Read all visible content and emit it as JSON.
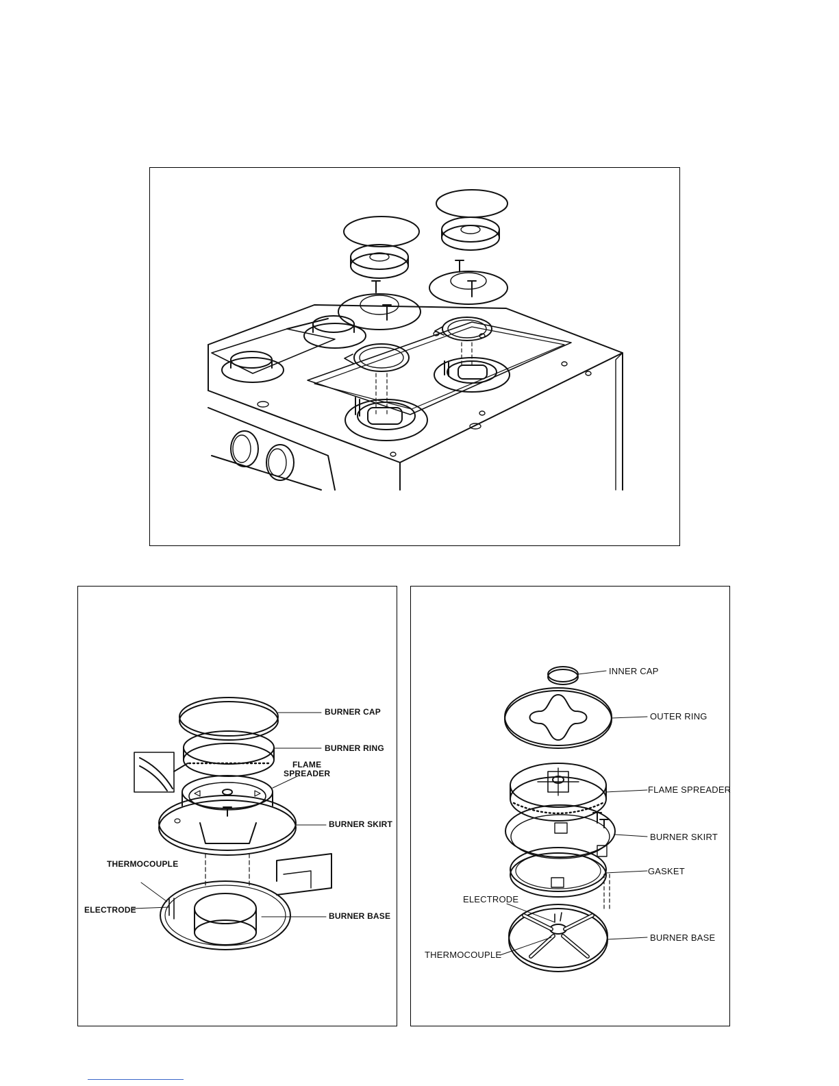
{
  "left_diagram": {
    "labels": {
      "burner_cap": "BURNER CAP",
      "burner_ring": "BURNER RING",
      "flame_spreader": "FLAME\nSPREADER",
      "burner_skirt": "BURNER SKIRT",
      "thermocouple": "THERMOCOUPLE",
      "electrode": "ELECTRODE",
      "burner_base": "BURNER BASE"
    }
  },
  "right_diagram": {
    "labels": {
      "inner_cap": "INNER CAP",
      "outer_ring": "OUTER RING",
      "flame_spreader": "FLAME SPREADER",
      "burner_skirt": "BURNER SKIRT",
      "gasket": "GASKET",
      "electrode": "ELECTRODE",
      "burner_base": "BURNER BASE",
      "thermocouple": "THERMOCOUPLE"
    }
  }
}
